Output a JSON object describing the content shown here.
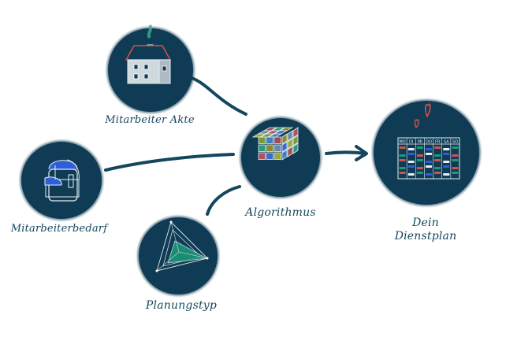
{
  "title": "Dienstplan Workflow",
  "nodes": {
    "akte": {
      "label": "Mitarbeiter Akte",
      "icon": "house-icon"
    },
    "bedarf": {
      "label": "Mitarbeiterbedarf",
      "icon": "backpack-icon"
    },
    "planungstyp": {
      "label": "Planungstyp",
      "icon": "radar-chart-icon"
    },
    "algorithmus": {
      "label": "Algorithmus",
      "icon": "rubiks-cube-icon"
    },
    "dienstplan": {
      "label_line1": "Dein",
      "label_line2": "Dienstplan",
      "icon": "calendar-icon"
    }
  },
  "calendar": {
    "days": [
      "MO",
      "DI",
      "MI",
      "DO",
      "FR",
      "SA",
      "SO"
    ]
  },
  "colors": {
    "circle": "#0f3c54",
    "text": "#14475e",
    "red": "#d0524f",
    "blue": "#2f5fd6",
    "green": "#1d9a7a",
    "smoke": "#3fae8e"
  }
}
